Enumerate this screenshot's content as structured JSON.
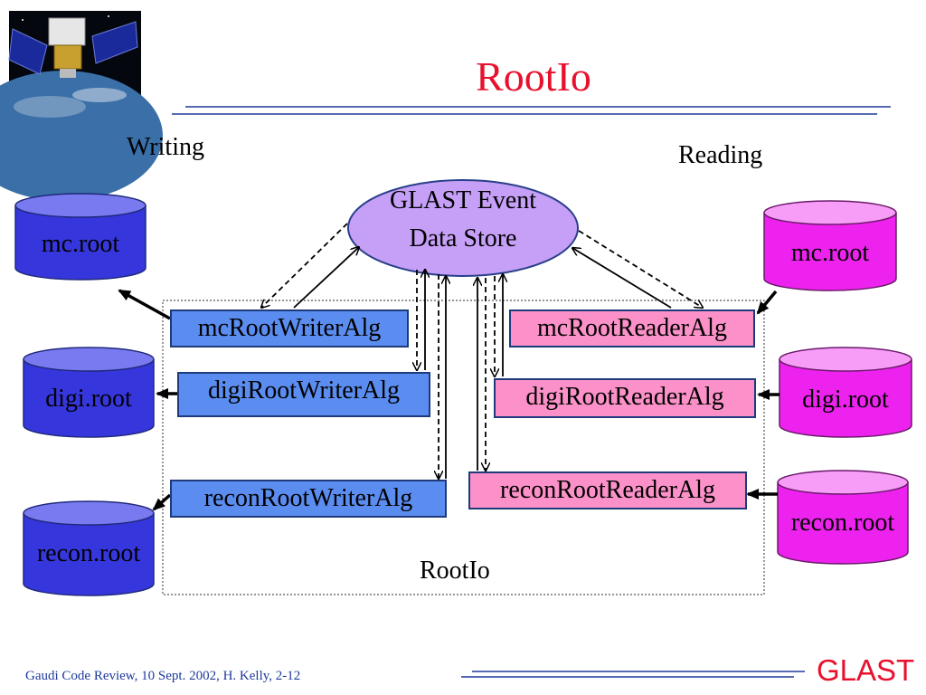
{
  "title": "RootIo",
  "labels": {
    "writing": "Writing",
    "reading": "Reading",
    "group": "RootIo"
  },
  "store": {
    "line1": "GLAST Event",
    "line2": "Data Store"
  },
  "writers": [
    "mcRootWriterAlg",
    "digiRootWriterAlg",
    "reconRootWriterAlg"
  ],
  "readers": [
    "mcRootReaderAlg",
    "digiRootReaderAlg",
    "reconRootReaderAlg"
  ],
  "files_out": [
    "mc.root",
    "digi.root",
    "recon.root"
  ],
  "files_in": [
    "mc.root",
    "digi.root",
    "recon.root"
  ],
  "footer": "Gaudi Code Review, 10 Sept. 2002, H. Kelly, 2-12",
  "brand": "GLAST",
  "colors": {
    "title": "#e8112d",
    "writer": "#5b8df0",
    "reader": "#fb91c8",
    "file_out": "#3636dd",
    "file_in": "#ee22ee"
  }
}
